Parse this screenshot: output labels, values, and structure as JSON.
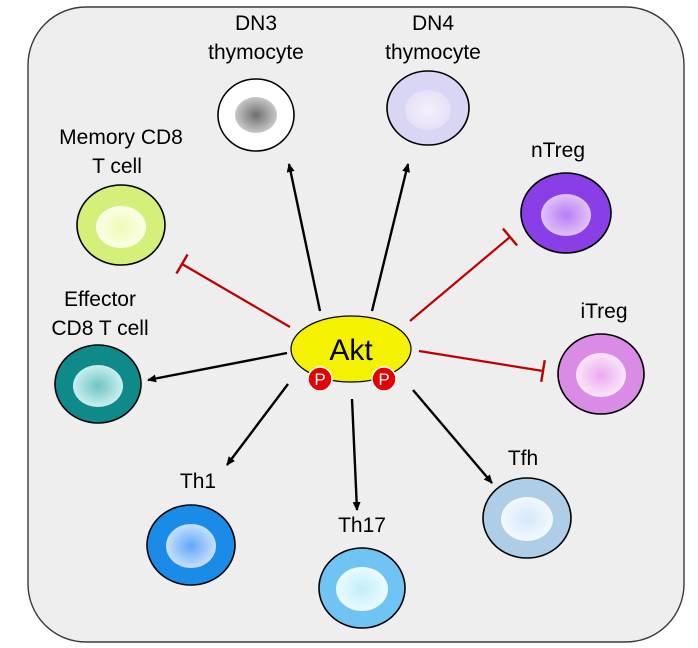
{
  "center": {
    "label": "Akt",
    "phospho_label": "P"
  },
  "colors": {
    "activation": "#000000",
    "inhibition": "#c00000",
    "akt_fill": "#f5f200",
    "phospho_fill": "#e60000",
    "panel_fill": "#eeeeee"
  },
  "cells": [
    {
      "id": "dn3",
      "lines": [
        "DN3",
        "thymocyte"
      ],
      "effect": "activation",
      "color": "#ffffff",
      "nucleus": "#8c8c8c"
    },
    {
      "id": "dn4",
      "lines": [
        "DN4",
        "thymocyte"
      ],
      "effect": "activation",
      "color": "#d9d6f5",
      "nucleus": "#efe9f7"
    },
    {
      "id": "ntreg",
      "lines": [
        "nTreg"
      ],
      "effect": "inhibition",
      "color": "#8a3ee6",
      "nucleus": "#cfa3f7"
    },
    {
      "id": "itreg",
      "lines": [
        "iTreg"
      ],
      "effect": "inhibition",
      "color": "#d98be6",
      "nucleus": "#f7d8f5"
    },
    {
      "id": "tfh",
      "lines": [
        "Tfh"
      ],
      "effect": "activation",
      "color": "#aecde6",
      "nucleus": "#e6f1fb"
    },
    {
      "id": "th17",
      "lines": [
        "Th17"
      ],
      "effect": "activation",
      "color": "#70c4f4",
      "nucleus": "#d7f3fd"
    },
    {
      "id": "th1",
      "lines": [
        "Th1"
      ],
      "effect": "activation",
      "color": "#1a8ce8",
      "nucleus": "#9cccfb"
    },
    {
      "id": "effector-cd8",
      "lines": [
        "Effector",
        "CD8 T cell"
      ],
      "effect": "activation",
      "color": "#0f8a8a",
      "nucleus": "#a7dedd"
    },
    {
      "id": "memory-cd8",
      "lines": [
        "Memory CD8",
        "T cell"
      ],
      "effect": "inhibition",
      "color": "#d2f07a",
      "nucleus": "#f4fccf"
    }
  ]
}
